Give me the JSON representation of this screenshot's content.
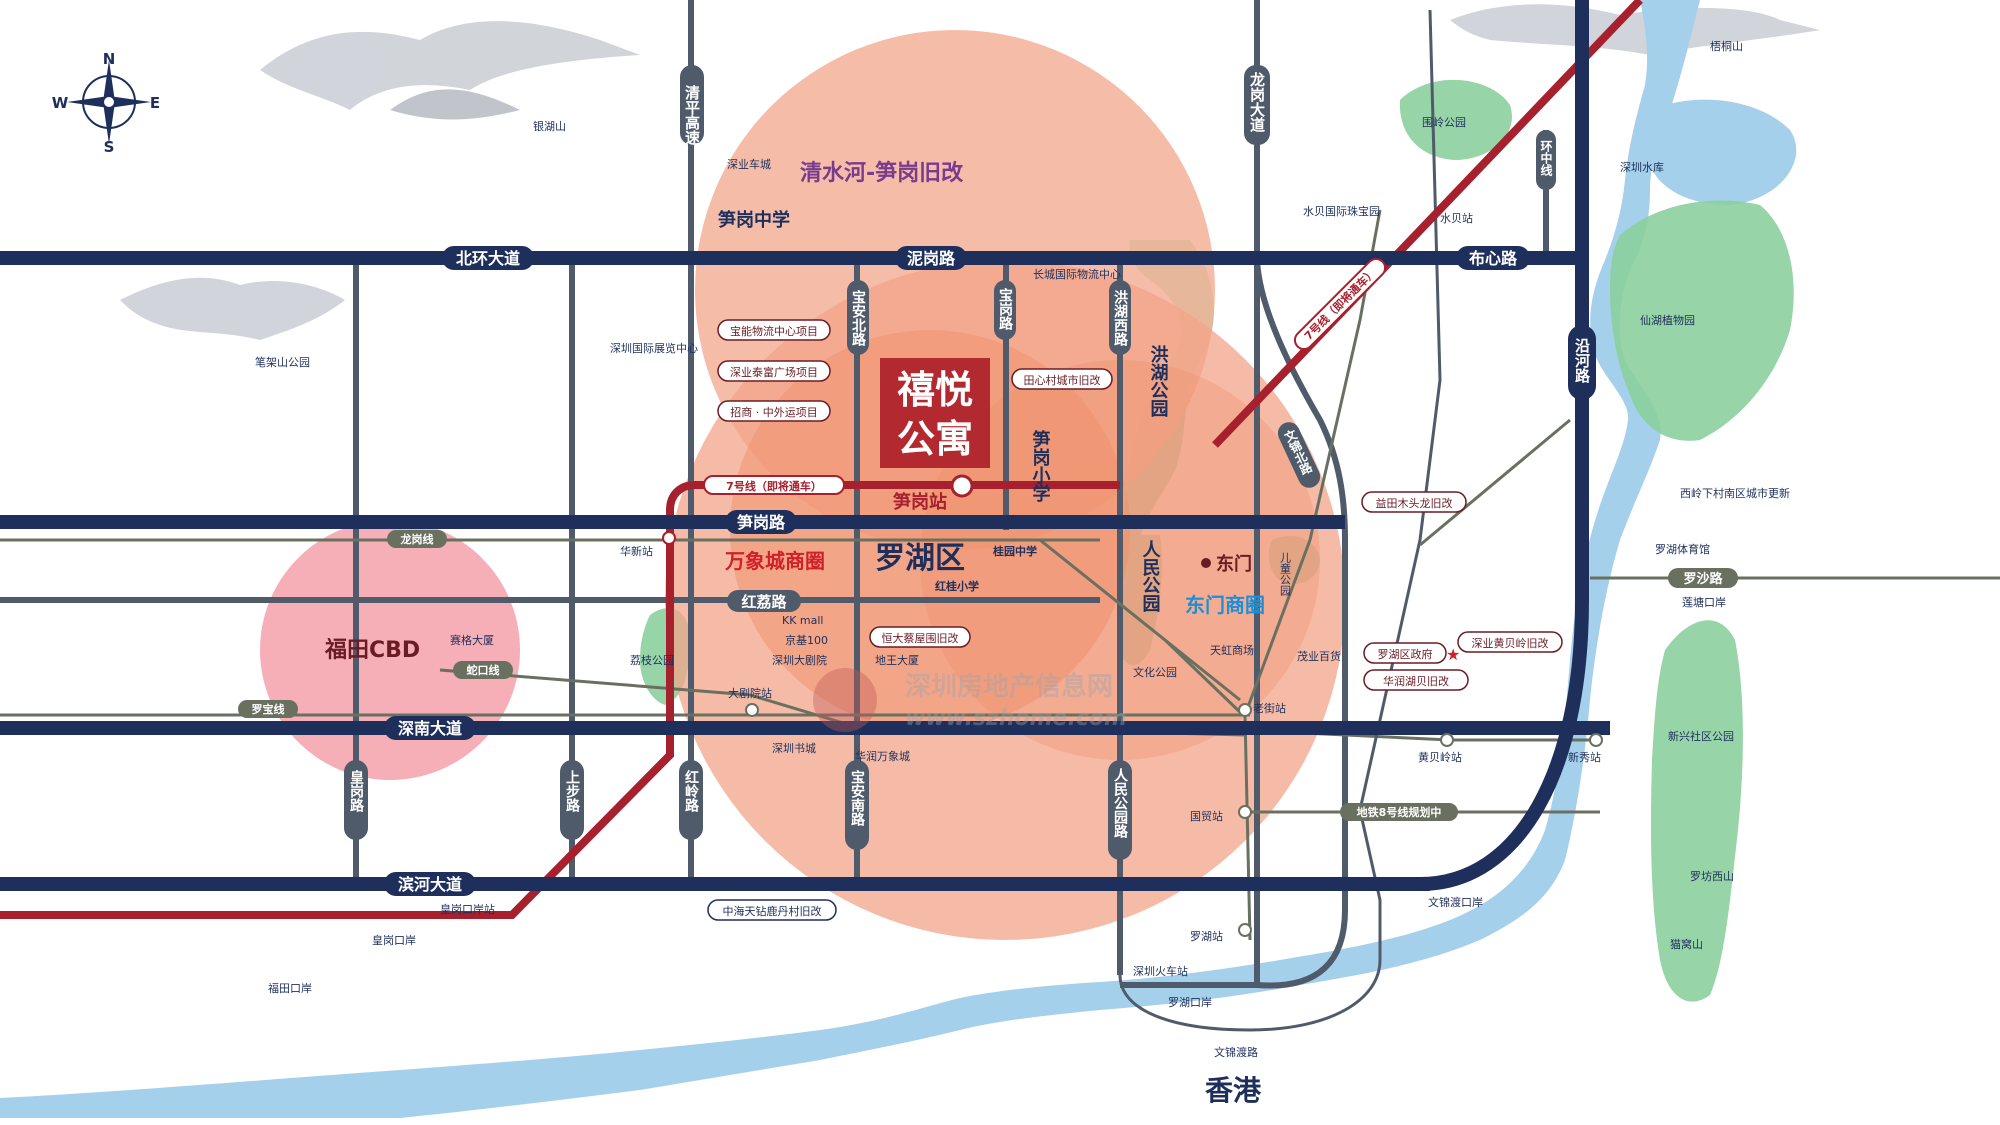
{
  "compass": {
    "n": "N",
    "s": "S",
    "w": "W",
    "e": "E"
  },
  "project": {
    "line1": "禧悦",
    "line2": "公寓",
    "station": "笋岗站"
  },
  "roads": {
    "beihuan": "北环大道",
    "nigang": "泥岗路",
    "buxin": "布心路",
    "sungang": "笋岗路",
    "honglifull": "红荔路",
    "shennan": "深南大道",
    "binhe": "滨河大道",
    "qingping": "清平高速",
    "longgang": "龙岗大道",
    "huanzhong": "环中线",
    "yanhe": "沿河路",
    "baoanbei": "宝安北路",
    "baogang": "宝岗路",
    "honghuxi": "洪湖西路",
    "wenjinbei": "文锦北路",
    "huanggang": "皇岗路",
    "shangbu": "上步路",
    "hongling": "红岭路",
    "baoannan": "宝安南路",
    "renmin": "人民公园路",
    "wenjindu": "文锦渡路"
  },
  "metro": {
    "line7": "7号线（即将通车）",
    "line7b": "7号线（即将通车）",
    "longgang": "龙岗线",
    "shekou": "蛇口线",
    "luobao": "罗宝线",
    "line8": "地铁8号线规划中",
    "luosha": "罗沙路"
  },
  "districts": {
    "qingshuihe": "清水河-笋岗旧改",
    "luohu": "罗湖区",
    "wanxiang": "万象城商圈",
    "dongmen_area": "东门商圈",
    "futian": "福田CBD",
    "hongkong": "香港",
    "dongmen": "东门"
  },
  "parks": {
    "honghu": "洪湖公园",
    "renmin": "人民公园",
    "weiling": "围岭公园",
    "xianhu": "仙湖植物园",
    "xinxing": "新兴社区公园",
    "lizhi": "荔枝公园",
    "ertong": "儿童公园",
    "wenhua": "文化公园",
    "bijiashan": "笔架山公园",
    "yinhushan": "银湖山",
    "shuiku": "深圳水库",
    "wutong": "梧桐山",
    "luofang": "罗坊西山",
    "maowoshan": "猫窝山"
  },
  "schools": {
    "sungang_mid": "笋岗中学",
    "sungang_pri": "笋岗小学",
    "guiyuan": "桂园中学",
    "honggui": "红桂小学"
  },
  "labels": {
    "shenyechezhen": "深业车城",
    "changcheng": "长城国际物流中心",
    "zhanlan": "深圳国际展览中心",
    "shuibei_zb": "水贝国际珠宝园",
    "shuibei": "水贝站",
    "huaxin": "华新站",
    "saige": "赛格大厦",
    "kkmall": "KK mall",
    "jingji": "京基100",
    "dajuyuan": "深圳大剧院",
    "dajuyuanzhan": "大剧院站",
    "shucheng": "深圳书城",
    "dirang": "地王大厦",
    "huarun": "华润万象城",
    "tianhong": "天虹商场",
    "maoye": "茂业百货",
    "laojie": "老街站",
    "guomao": "国贸站",
    "luohuzhan": "罗湖站",
    "huochezhan": "深圳火车站",
    "luohukouan": "罗湖口岸",
    "huanggangzhan": "皇岗口岸站",
    "huanggangkouan": "皇岗口岸",
    "futiankouan": "福田口岸",
    "wenjinkouan": "文锦渡口岸",
    "huangbeiling": "黄贝岭站",
    "xinxiu": "新秀站",
    "luohuzf": "罗湖区政府",
    "xilingxia": "西岭下村南区城市更新",
    "luohutiyuguan": "罗湖体育馆",
    "liantang": "莲塘口岸"
  },
  "boxes": {
    "baoneng": "宝能物流中心项目",
    "shenyetaifu": "深业泰富广场项目",
    "zhaoshang": "招商 · 中外运项目",
    "tianxin": "田心村城市旧改",
    "hengda": "恒大蔡屋围旧改",
    "zhonghai": "中海天钻鹿丹村旧改",
    "yitian": "益田木头龙旧改",
    "shenye_hbl": "深业黄贝岭旧改",
    "huarun_hb": "华润湖贝旧改",
    "luohuzf": "罗湖区政府"
  },
  "watermark": {
    "cn": "深圳房地产信息网",
    "url": "www.szhome.com"
  },
  "colors": {
    "road": "#1e2f5c",
    "metro_red": "#a6202e",
    "orange": "#f08a62",
    "pink": "#f26d7d",
    "green": "#8ccf9e",
    "water": "#a5d0ec",
    "project": "#b22a30"
  }
}
